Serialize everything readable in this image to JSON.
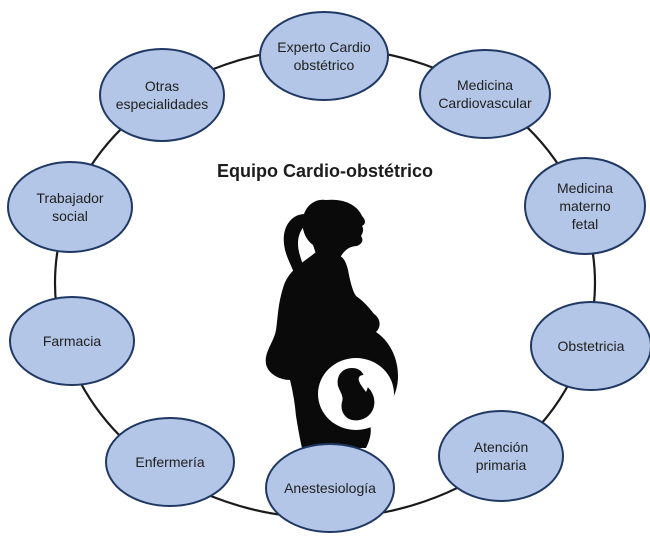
{
  "diagram": {
    "title": "Equipo Cardio-obstétrico",
    "nodes": [
      {
        "id": "experto",
        "lines": [
          "Experto Cardio",
          "obstétrico"
        ]
      },
      {
        "id": "medicina-cardiovascular",
        "lines": [
          "Medicina",
          "Cardiovascular"
        ]
      },
      {
        "id": "medicina-materno-fetal",
        "lines": [
          "Medicina",
          "materno",
          "fetal"
        ]
      },
      {
        "id": "obstetricia",
        "lines": [
          "Obstetricia"
        ]
      },
      {
        "id": "atencion-primaria",
        "lines": [
          "Atención",
          "primaria"
        ]
      },
      {
        "id": "anestesiologia",
        "lines": [
          "Anestesiología"
        ]
      },
      {
        "id": "enfermeria",
        "lines": [
          "Enfermería"
        ]
      },
      {
        "id": "farmacia",
        "lines": [
          "Farmacia"
        ]
      },
      {
        "id": "trabajador-social",
        "lines": [
          "Trabajador",
          "social"
        ]
      },
      {
        "id": "otras-especialidades",
        "lines": [
          "Otras",
          "especialidades"
        ]
      }
    ],
    "colors": {
      "node_fill": "#b4c6e7",
      "node_stroke": "#1f3864",
      "ring": "#1a1a1a",
      "silhouette": "#0a0a0a"
    },
    "icon": "pregnant-woman-silhouette-icon"
  }
}
